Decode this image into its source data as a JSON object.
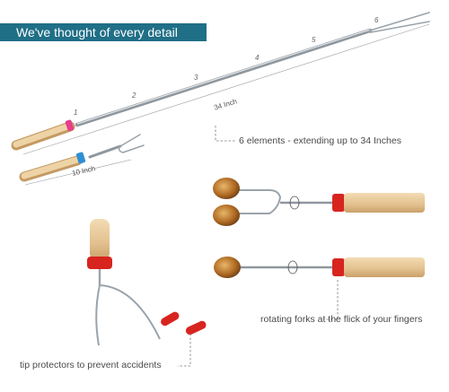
{
  "banner": {
    "title": "We've thought of every detail",
    "bg_color": "#1f6f87"
  },
  "long_skewer": {
    "segment_numbers": [
      "1",
      "2",
      "3",
      "4",
      "5",
      "6"
    ],
    "length_label": "34 Inch",
    "band_color": "#e83c8c"
  },
  "short_skewer": {
    "length_label": "10 Inch",
    "band_color": "#2f8fd3"
  },
  "captions": {
    "elements": "6 elements - extending up to 34 Inches",
    "rotating": "rotating forks at the flick of your fingers",
    "protectors": "tip protectors to prevent accidents"
  },
  "colors": {
    "wood": "#e7c99a",
    "steel": "#a9b1b8",
    "protector": "#d8241f",
    "marshmallow": "#b8742d"
  }
}
